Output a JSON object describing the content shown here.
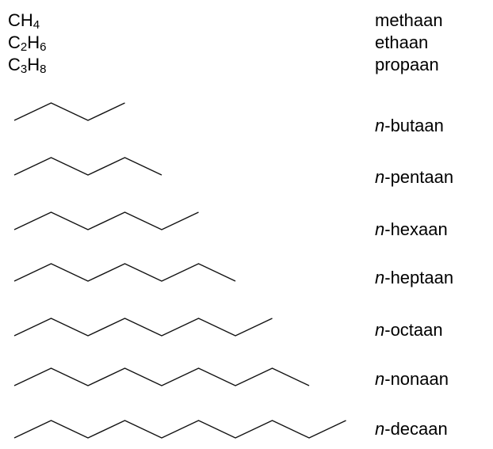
{
  "alkanes": [
    {
      "formula": {
        "parts": [
          {
            "t": "CH"
          },
          {
            "sub": "4"
          }
        ]
      },
      "name_prefix": "",
      "name": "methaan"
    },
    {
      "formula": {
        "parts": [
          {
            "t": "C"
          },
          {
            "sub": "2"
          },
          {
            "t": "H"
          },
          {
            "sub": "6"
          }
        ]
      },
      "name_prefix": "",
      "name": "ethaan"
    },
    {
      "formula": {
        "parts": [
          {
            "t": "C"
          },
          {
            "sub": "3"
          },
          {
            "t": "H"
          },
          {
            "sub": "8"
          }
        ]
      },
      "name_prefix": "",
      "name": "propaan"
    },
    {
      "carbons": 4,
      "name_prefix": "n",
      "name": "-butaan"
    },
    {
      "carbons": 5,
      "name_prefix": "n",
      "name": "-pentaan"
    },
    {
      "carbons": 6,
      "name_prefix": "n",
      "name": "-hexaan"
    },
    {
      "carbons": 7,
      "name_prefix": "n",
      "name": "-heptaan"
    },
    {
      "carbons": 8,
      "name_prefix": "n",
      "name": "-octaan"
    },
    {
      "carbons": 9,
      "name_prefix": "n",
      "name": "-nonaan"
    },
    {
      "carbons": 10,
      "name_prefix": "n",
      "name": "-decaan"
    }
  ]
}
